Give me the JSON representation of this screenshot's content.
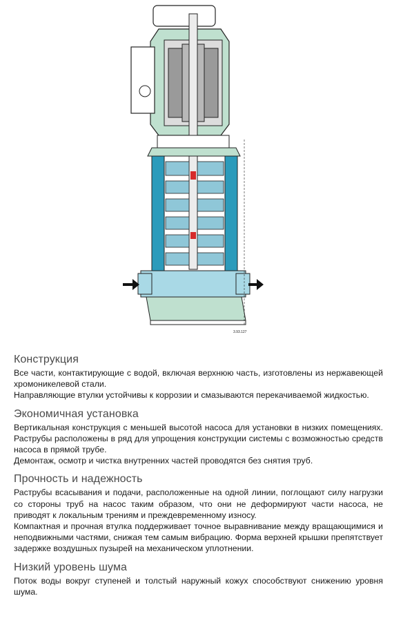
{
  "figure": {
    "drawing_number": "3.93.127"
  },
  "sections": [
    {
      "heading": "Конструкция",
      "paragraphs": [
        "Все части, контактирующие с водой, включая верхнюю часть, изготовлены из нержавеющей хромоникелевой стали.",
        "Направляющие втулки устойчивы к коррозии и смазываются перекачиваемой жидкостью."
      ]
    },
    {
      "heading": "Экономичная установка",
      "paragraphs": [
        "Вертикальная конструкция с меньшей высотой насоса для установки в низких помещениях. Раструбы расположены в ряд для упрощения конструкции системы с возможностью средств насоса в прямой трубе.",
        "Демонтаж, осмотр и чистка внутренних частей проводятся без снятия труб."
      ]
    },
    {
      "heading": "Прочность и надежность",
      "paragraphs": [
        "Раструбы всасывания и подачи, расположенные на одной линии, поглощают силу нагрузки со стороны труб на насос таким образом, что они не деформируют части насоса, не приводят к локальным трениям и преждевременному износу.",
        "Компактная и прочная втулка поддерживает точное выравнивание между вращающимися и неподвижными частями, снижая тем самым вибрацию. Форма верхней крышки препятствует задержке воздушных пузырей на механическом уплотнении."
      ]
    },
    {
      "heading": "Низкий уровень шума",
      "paragraphs": [
        "Поток воды вокруг ступеней и толстый наружный кожух способствуют снижению уровня шума."
      ]
    }
  ]
}
